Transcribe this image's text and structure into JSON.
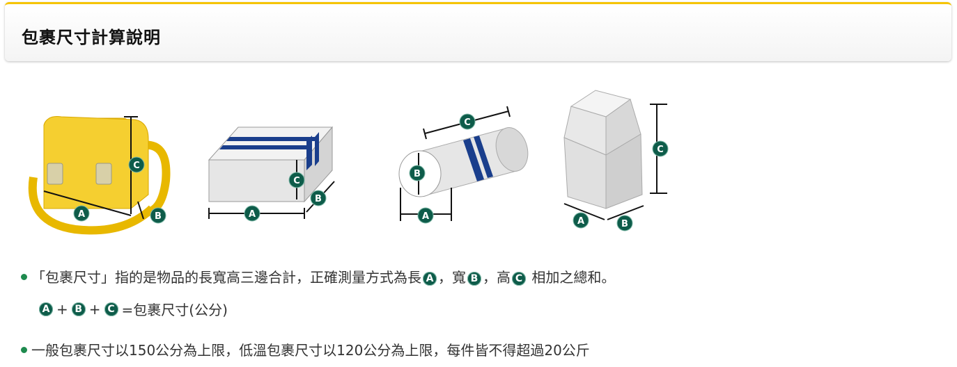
{
  "header": {
    "title": "包裹尺寸計算說明"
  },
  "badges": {
    "a": "A",
    "b": "B",
    "c": "C"
  },
  "bullet1": {
    "text1": "「包裹尺寸」指的是物品的長寬高三邊合計，正確測量方式為長",
    "sep1": "，寬",
    "sep2": "，高",
    "text2": " 相加之總和。"
  },
  "formula": {
    "plus1": "+",
    "plus2": "+",
    "equals": "=包裹尺寸(公分)"
  },
  "bullet2": {
    "text": "一般包裹尺寸以150公分為上限，低溫包裹尺寸以120公分為上限，每件皆不得超過20公斤"
  },
  "colors": {
    "accent": "#f5c400",
    "badge": "#0e5c4a",
    "stripe": "#1a3e8c"
  }
}
